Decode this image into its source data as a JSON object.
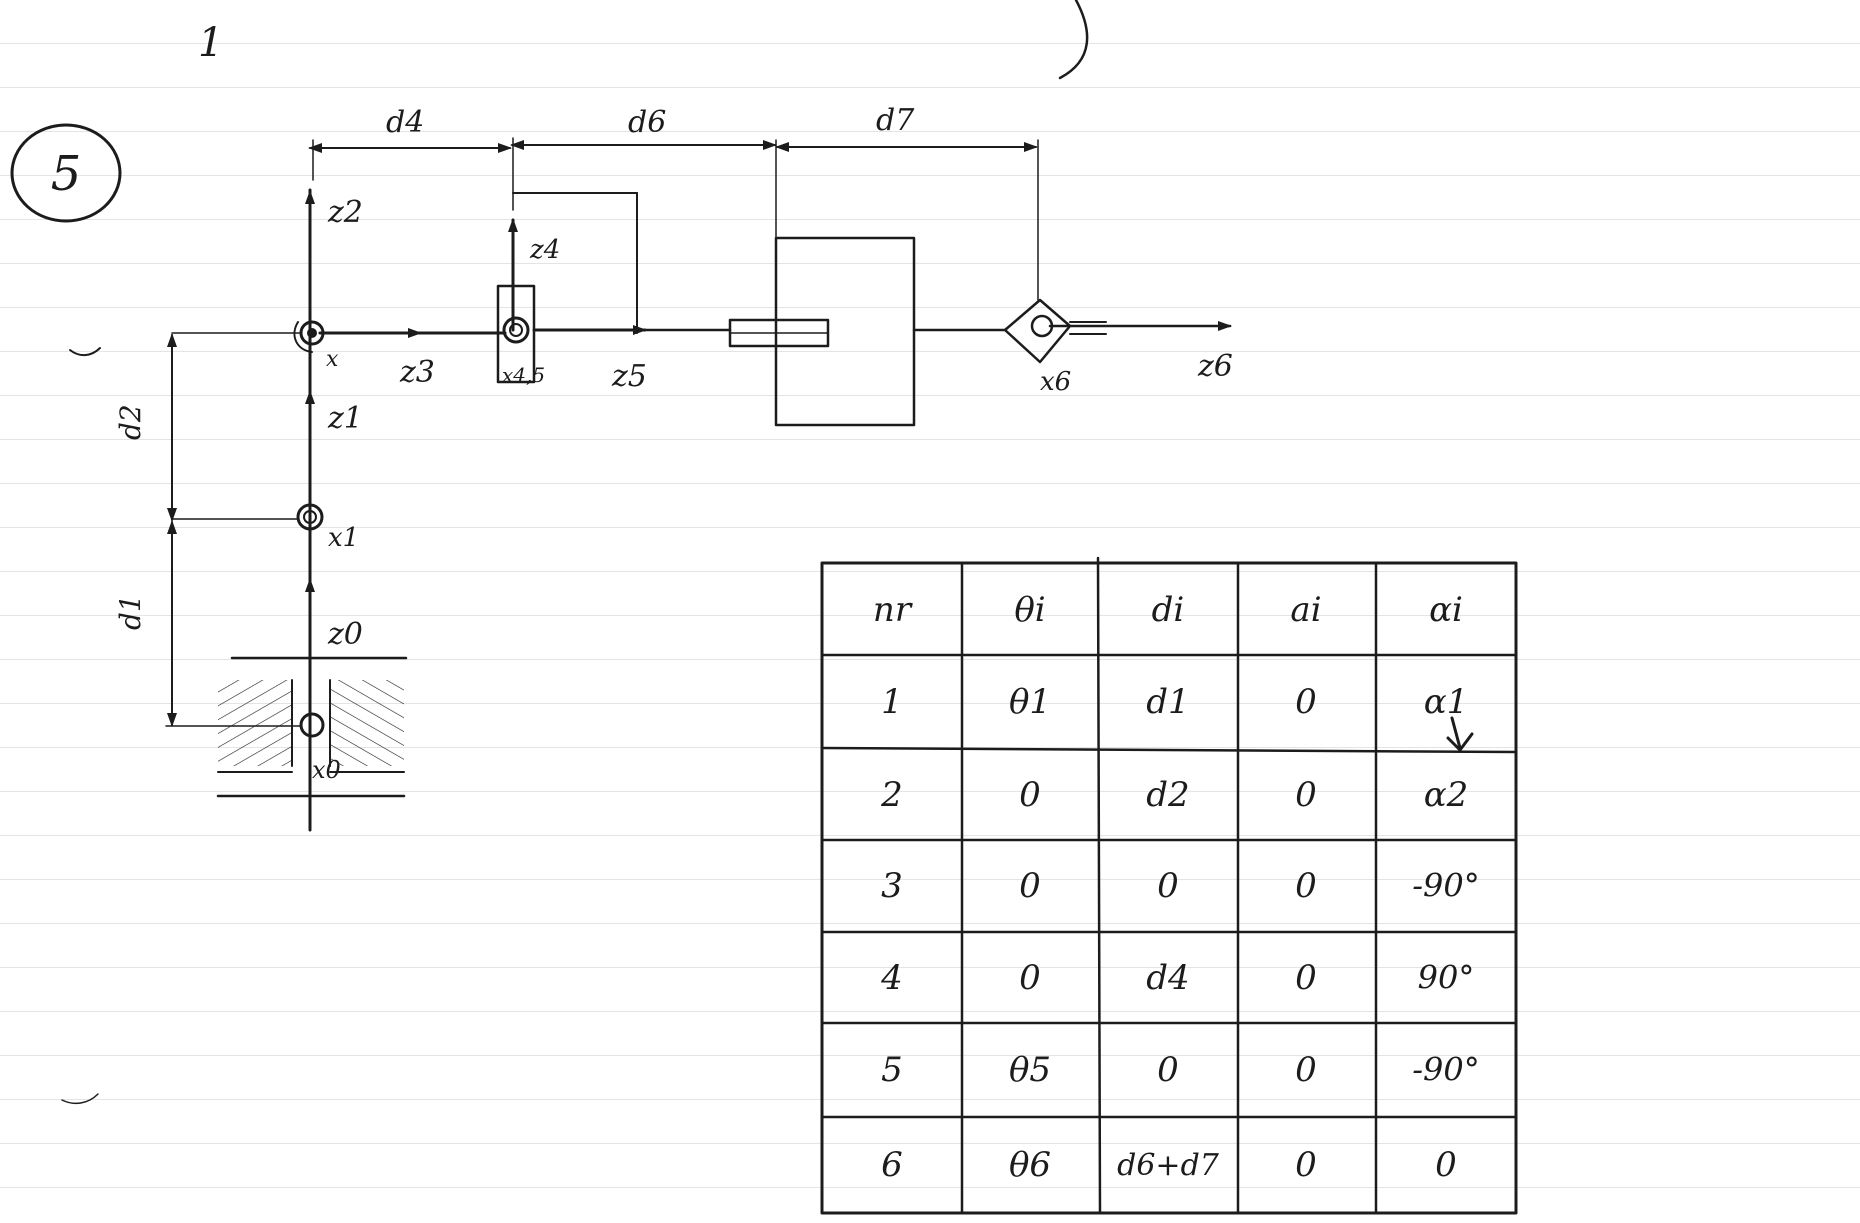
{
  "page": {
    "page_number": "1",
    "problem_number": "5"
  },
  "labels": {
    "d4": "d4",
    "d6": "d6",
    "d7": "d7",
    "d2": "d2",
    "d1": "d1",
    "z2": "z2",
    "z4": "z4",
    "z3": "z3",
    "z5": "z5",
    "z6": "z6",
    "z1": "z1",
    "z0": "z0",
    "x": "x",
    "x1": "x1",
    "x0": "x0",
    "x45": "x4,5",
    "x6": "x6"
  },
  "dh_table": {
    "headers": [
      "nr",
      "θi",
      "di",
      "ai",
      "αi"
    ],
    "rows": [
      [
        "1",
        "θ1",
        "d1",
        "0",
        "α1"
      ],
      [
        "2",
        "0",
        "d2",
        "0",
        "α2"
      ],
      [
        "3",
        "0",
        "0",
        "0",
        "-90°"
      ],
      [
        "4",
        "0",
        "d4",
        "0",
        "90°"
      ],
      [
        "5",
        "θ5",
        "0",
        "0",
        "-90°"
      ],
      [
        "6",
        "θ6",
        "d6+d7",
        "0",
        "0"
      ]
    ]
  }
}
